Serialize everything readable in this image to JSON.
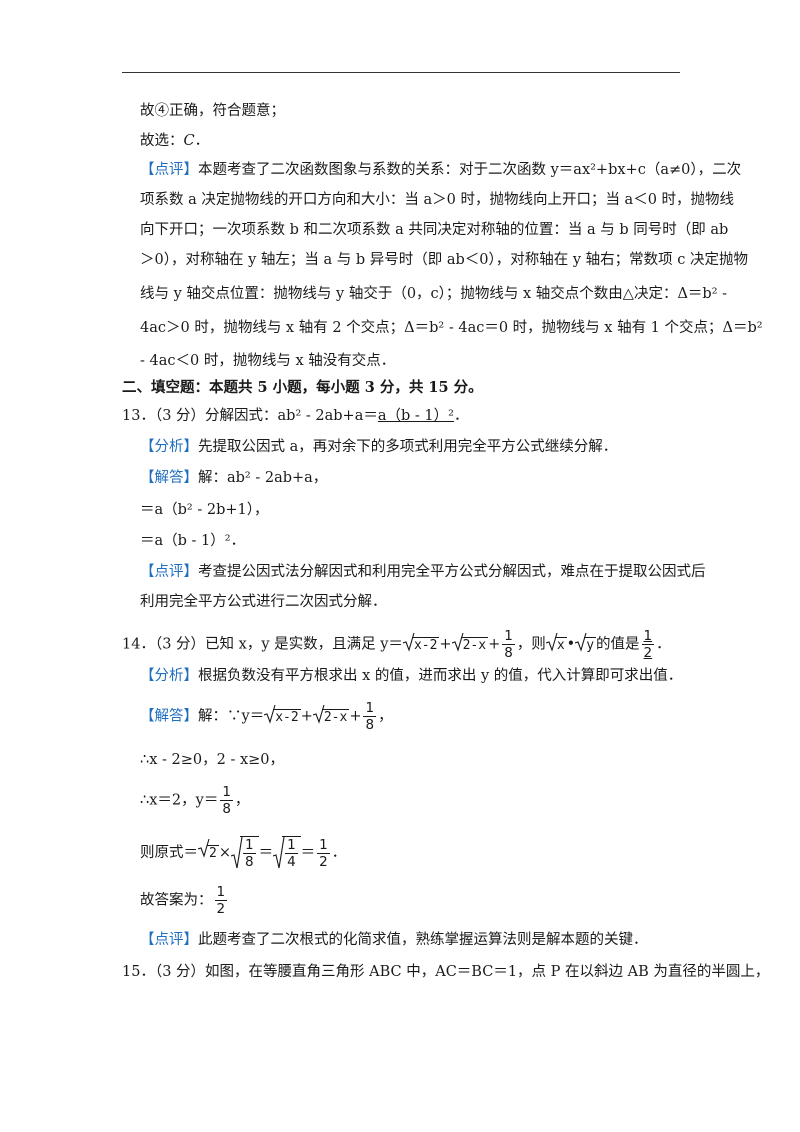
{
  "prev": {
    "l1": "故④正确，符合题意；",
    "l2a": "故选：",
    "l2b": "C",
    "review_tag": "【点评】",
    "r1": "本题考查了二次函数图象与系数的关系：对于二次函数 y＝ax²+bx+c（a≠0），二次",
    "r2": "项系数 a 决定抛物线的开口方向和大小：当 a＞0 时，抛物线向上开口；当 a＜0 时，抛物线",
    "r3": "向下开口；一次项系数 b 和二次项系数 a 共同决定对称轴的位置：当 a 与 b 同号时（即 ab",
    "r4": "＞0），对称轴在 y 轴左；当 a 与 b 异号时（即 ab＜0），对称轴在 y 轴右；常数项 c 决定抛物",
    "r5": "线与 y 轴交点位置：抛物线与 y 轴交于（0，c）；抛物线与 x 轴交点个数由△决定：Δ＝b² -",
    "r6": "4ac＞0 时，抛物线与 x 轴有 2 个交点；Δ＝b² - 4ac＝0 时，抛物线与 x 轴有 1 个交点；Δ＝b²",
    "r7": "- 4ac＜0 时，抛物线与 x 轴没有交点．"
  },
  "section": "二、填空题：本题共 5 小题，每小题 3 分，共 15 分。",
  "q13": {
    "stem": "13．（3 分）分解因式：ab² - 2ab+a＝",
    "answer": "a（b - 1）²",
    "end": "．",
    "analysis_tag": "【分析】",
    "analysis": "先提取公因式 a，再对余下的多项式利用完全平方公式继续分解．",
    "solution_tag": "【解答】",
    "s1": "解：ab² - 2ab+a，",
    "s2": "＝a（b² - 2b+1），",
    "s3": "＝a（b - 1）²．",
    "review_tag": "【点评】",
    "review1": "考查提公因式法分解因式和利用完全平方公式分解因式，难点在于提取公因式后",
    "review2": "利用完全平方公式进行二次因式分解．"
  },
  "q14": {
    "stem_a": "14．（3 分）已知 x，y 是实数，且满足 y＝",
    "rad1": "x-2",
    "plus": "+",
    "rad2": "2-x",
    "frac_num": "1",
    "frac_den": "8",
    "stem_b": "，则",
    "radx": "x",
    "dot": "•",
    "rady": "y",
    "stem_c": "的值是",
    "ans_num": "1",
    "ans_den": "2",
    "end": "．",
    "analysis_tag": "【分析】",
    "analysis": "根据负数没有平方根求出 x 的值，进而求出 y 的值，代入计算即可求出值．",
    "solution_tag": "【解答】",
    "s1a": "解：∵y＝",
    "s1b": "，",
    "s2": "∴x - 2≥0，2 - x≥0，",
    "s3a": "∴x＝2，y＝",
    "s3b": "，",
    "s4a": "则原式＝",
    "r2": "2",
    "times": "×",
    "eq": "＝",
    "four": "4",
    "s4b": "．",
    "s5": "故答案为：",
    "review_tag": "【点评】",
    "review": "此题考查了二次根式的化简求值，熟练掌握运算法则是解本题的关键．"
  },
  "q15": {
    "stem": "15．（3 分）如图，在等腰直角三角形 ABC 中，AC＝BC＝1，点 P 在以斜边 AB 为直径的半圆上，"
  }
}
